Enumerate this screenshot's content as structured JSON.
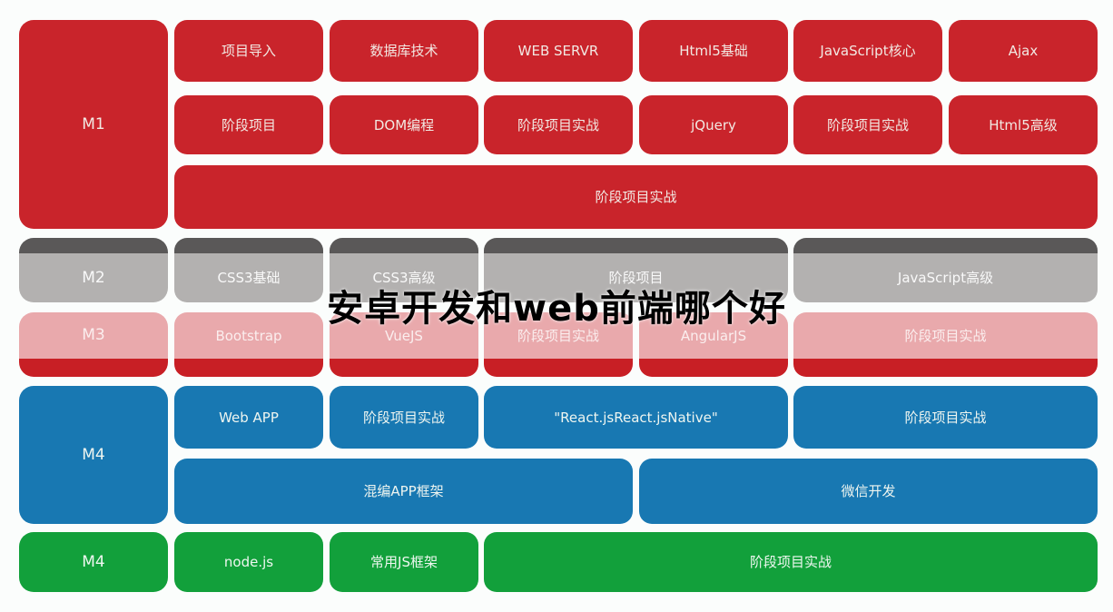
{
  "overlay": {
    "title": "安卓开发和web前端哪个好"
  },
  "colors": {
    "red": "#c9242b",
    "gray_cap": "#5a5858",
    "gray": "#b3b1b0",
    "pink": "#e9a9ac",
    "pink_cap_red": "#c81f25",
    "blue": "#1878b2",
    "green": "#12a03b",
    "background": "#fbfdfc",
    "overlay_text": "#000000"
  },
  "modules": {
    "m1": {
      "sidebar": "M1",
      "row1": [
        "项目导入",
        "数据库技术",
        "WEB SERVR",
        "Html5基础",
        "JavaScript核心",
        "Ajax"
      ],
      "row2": [
        "阶段项目",
        "DOM编程",
        "阶段项目实战",
        "jQuery",
        "阶段项目实战",
        "Html5高级"
      ],
      "row3": [
        "阶段项目实战"
      ]
    },
    "m2": {
      "sidebar": "M2",
      "blocks": [
        "CSS3基础",
        "CSS3高级",
        "阶段项目",
        "JavaScript高级"
      ]
    },
    "m3": {
      "sidebar": "M3",
      "blocks": [
        "Bootstrap",
        "VueJS",
        "阶段项目实战",
        "AngularJS",
        "阶段项目实战"
      ]
    },
    "m4_blue": {
      "sidebar": "M4",
      "row1": [
        "Web APP",
        "阶段项目实战",
        "\"React.jsReact.jsNative\"",
        "阶段项目实战"
      ],
      "row2": [
        "混编APP框架",
        "微信开发"
      ]
    },
    "m4_green": {
      "sidebar": "M4",
      "blocks": [
        "node.js",
        "常用JS框架",
        "阶段项目实战"
      ]
    }
  }
}
